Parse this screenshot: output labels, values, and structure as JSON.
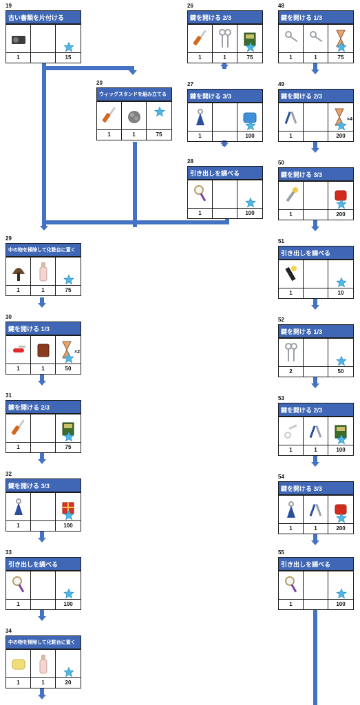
{
  "star_icon": "star-icon",
  "colors": {
    "header": "#3f67b6",
    "arrow": "#4472c4",
    "star": "#4fb7e6"
  },
  "cards": {
    "c19": {
      "num": "19",
      "title": "古い書類を片付ける",
      "counts": [
        "1",
        "",
        "15"
      ]
    },
    "c20": {
      "num": "20",
      "title": "ウィッグスタンドを組み立てる",
      "counts": [
        "1",
        "1",
        "75"
      ]
    },
    "c26": {
      "num": "26",
      "title": "鍵を開ける 2/3",
      "counts": [
        "1",
        "1",
        "75"
      ]
    },
    "c27": {
      "num": "27",
      "title": "鍵を開ける 3/3",
      "counts": [
        "1",
        "",
        "100"
      ]
    },
    "c28": {
      "num": "28",
      "title": "引き出しを調べる",
      "counts": [
        "1",
        "",
        "100"
      ]
    },
    "c29": {
      "num": "29",
      "title": "中の物を掃除して化粧台に置く",
      "counts": [
        "1",
        "1",
        "75"
      ]
    },
    "c30": {
      "num": "30",
      "title": "鍵を開ける 1/3",
      "counts": [
        "1",
        "1",
        "50"
      ],
      "mult": "×2"
    },
    "c31": {
      "num": "31",
      "title": "鍵を開ける 2/3",
      "counts": [
        "1",
        "",
        "75"
      ]
    },
    "c32": {
      "num": "32",
      "title": "鍵を開ける 3/3",
      "counts": [
        "1",
        "",
        "100"
      ]
    },
    "c33": {
      "num": "33",
      "title": "引き出しを調べる",
      "counts": [
        "1",
        "",
        "100"
      ]
    },
    "c34": {
      "num": "34",
      "title": "中の物を掃除して化粧台に置く",
      "counts": [
        "1",
        "1",
        "20"
      ]
    },
    "c48": {
      "num": "48",
      "title": "鍵を開ける 1/3",
      "counts": [
        "1",
        "1",
        "75"
      ]
    },
    "c49": {
      "num": "49",
      "title": "鍵を開ける 2/3",
      "counts": [
        "1",
        "",
        "200"
      ],
      "mult": "×4"
    },
    "c50": {
      "num": "50",
      "title": "鍵を開ける 3/3",
      "counts": [
        "1",
        "",
        "200"
      ]
    },
    "c51": {
      "num": "51",
      "title": "引き出しを調べる",
      "counts": [
        "1",
        "",
        "10"
      ]
    },
    "c52": {
      "num": "52",
      "title": "鍵を開ける 1/3",
      "counts": [
        "2",
        "",
        "50"
      ]
    },
    "c53": {
      "num": "53",
      "title": "鍵を開ける 2/3",
      "counts": [
        "1",
        "1",
        "100"
      ]
    },
    "c54": {
      "num": "54",
      "title": "鍵を開ける 3/3",
      "counts": [
        "1",
        "1",
        "200"
      ]
    },
    "c55": {
      "num": "55",
      "title": "引き出しを調べる",
      "counts": [
        "1",
        "",
        "100"
      ]
    }
  }
}
